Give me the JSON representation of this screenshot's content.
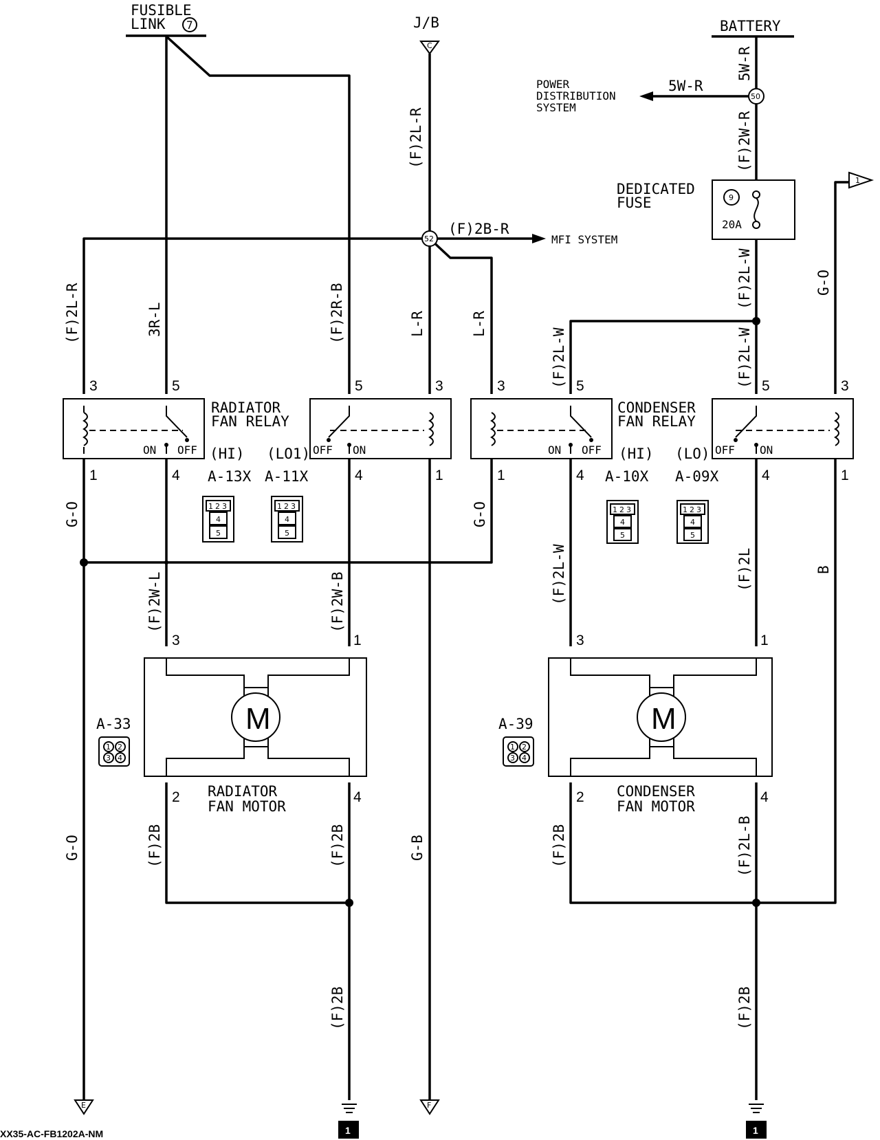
{
  "sources": {
    "fusible_link": [
      "FUSIBLE",
      "LINK"
    ],
    "fusible_link_num": "7",
    "jb": "J/B",
    "jb_conn": "C",
    "battery": "BATTERY"
  },
  "power": {
    "label_lines": [
      "POWER",
      "DISTRIBUTION",
      "SYSTEM"
    ],
    "wire": "5W-R",
    "junction": "50"
  },
  "fuse": {
    "label_lines": [
      "DEDICATED",
      "FUSE"
    ],
    "number": "9",
    "rating": "20A"
  },
  "mfi": {
    "label": "MFI SYSTEM",
    "wire": "(F)2B-R",
    "junction": "52"
  },
  "connector_1": "1",
  "wires": {
    "w_2LR": "(F)2L-R",
    "w_3RL": "3R-L",
    "w_2RB": "(F)2R-B",
    "w_LR": "L-R",
    "w_5WR": "5W-R",
    "w_2WR": "(F)2W-R",
    "w_2LW": "(F)2L-W",
    "w_GO": "G-O",
    "w_2WL": "(F)2W-L",
    "w_2WB": "(F)2W-B",
    "w_2B": "(F)2B",
    "w_GB": "G-B",
    "w_2L": "(F)2L",
    "w_B": "B",
    "w_2LB": "(F)2L-B"
  },
  "relays": {
    "radiator": {
      "label_lines": [
        "RADIATOR",
        "FAN RELAY"
      ],
      "hi": "(HI)",
      "lo": "(LO1)",
      "hi_conn": "A-13X",
      "lo_conn": "A-11X"
    },
    "condenser": {
      "label_lines": [
        "CONDENSER",
        "FAN RELAY"
      ],
      "hi": "(HI)",
      "lo": "(LO)",
      "hi_conn": "A-10X",
      "lo_conn": "A-09X"
    },
    "on": "ON",
    "off": "OFF"
  },
  "motors": {
    "radiator": {
      "label_lines": [
        "RADIATOR",
        "FAN MOTOR"
      ],
      "conn": "A-33"
    },
    "condenser": {
      "label_lines": [
        "CONDENSER",
        "FAN MOTOR"
      ],
      "conn": "A-39"
    },
    "symbol": "M"
  },
  "pins": {
    "p1": "1",
    "p2": "2",
    "p3": "3",
    "p4": "4",
    "p5": "5"
  },
  "offpage": {
    "E": "E",
    "F": "F",
    "tri1": "1"
  },
  "ground_badge": "1",
  "footer": "XX35-AC-FB1202A-NM"
}
